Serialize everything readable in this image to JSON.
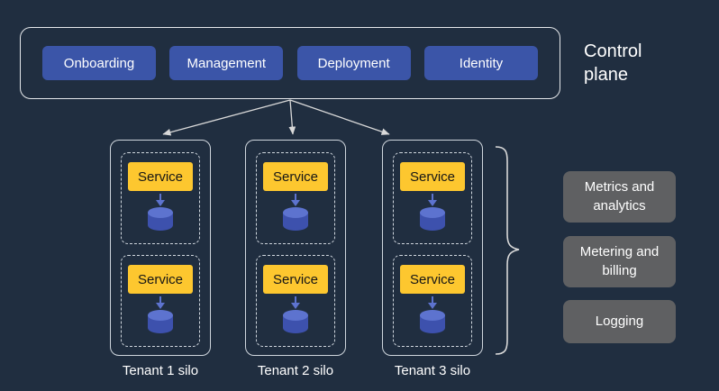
{
  "control_plane": {
    "label": "Control plane",
    "buttons": [
      {
        "label": "Onboarding"
      },
      {
        "label": "Management"
      },
      {
        "label": "Deployment"
      },
      {
        "label": "Identity"
      }
    ]
  },
  "silos": [
    {
      "label": "Tenant 1 silo",
      "services": [
        {
          "label": "Service"
        },
        {
          "label": "Service"
        }
      ]
    },
    {
      "label": "Tenant 2 silo",
      "services": [
        {
          "label": "Service"
        },
        {
          "label": "Service"
        }
      ]
    },
    {
      "label": "Tenant 3 silo",
      "services": [
        {
          "label": "Service"
        },
        {
          "label": "Service"
        }
      ]
    }
  ],
  "shared_services": [
    {
      "label": "Metrics and analytics"
    },
    {
      "label": "Metering and billing"
    },
    {
      "label": "Logging"
    }
  ],
  "colors": {
    "background": "#202e40",
    "button_blue": "#3b55a8",
    "service_yellow": "#fdc72f",
    "cylinder_blue": "#3d51ad",
    "cylinder_top_blue": "#5d73cf",
    "gray_box": "#5f6062",
    "line": "#d9d9d9",
    "text": "#ffffff"
  }
}
